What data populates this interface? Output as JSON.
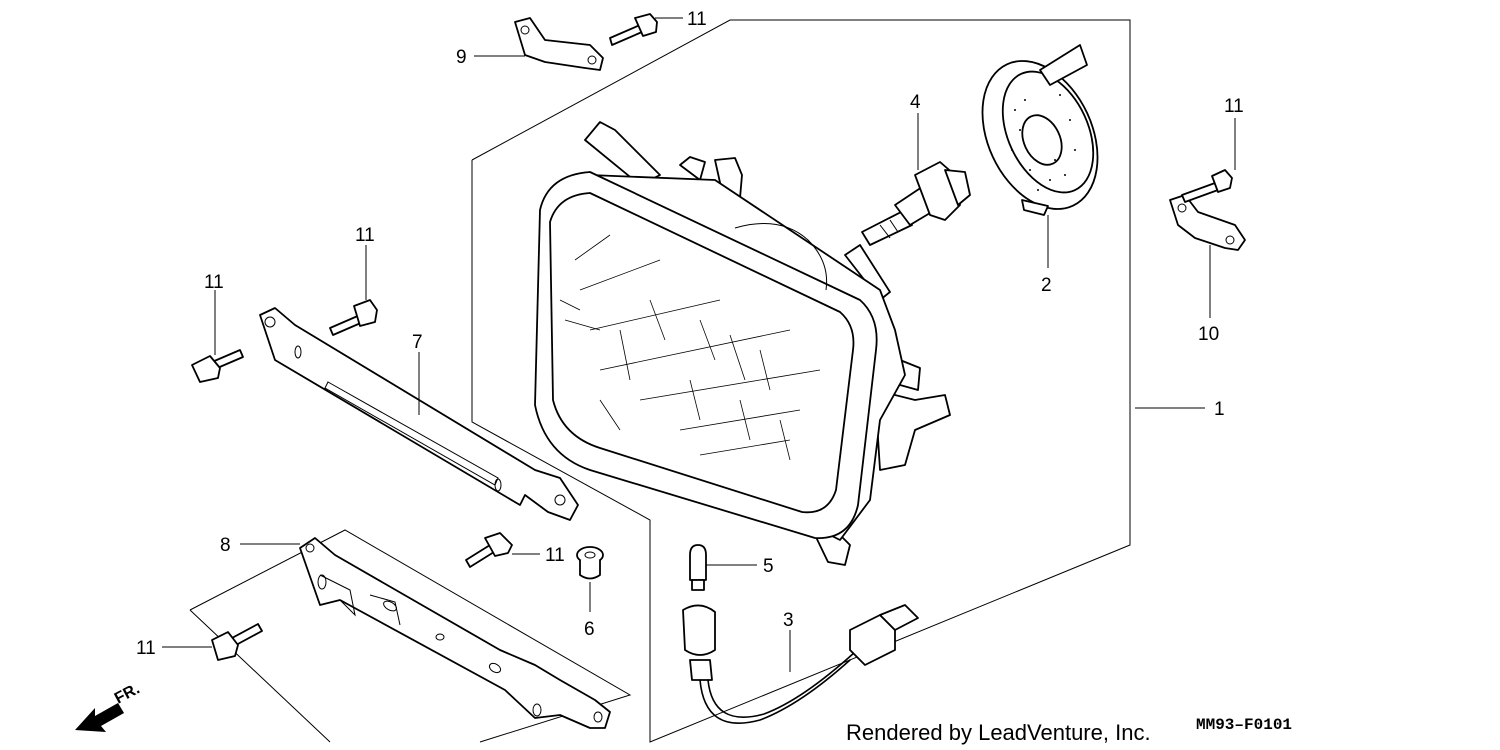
{
  "callouts": {
    "c1": "1",
    "c2": "2",
    "c3": "3",
    "c4": "4",
    "c5": "5",
    "c6": "6",
    "c7": "7",
    "c8": "8",
    "c9": "9",
    "c10": "10",
    "c11_top": "11",
    "c11_right": "11",
    "c11_mid": "11",
    "c11_left": "11",
    "c11_screw_a": "11",
    "c11_screw_b": "11"
  },
  "direction_label": "FR.",
  "credit": "Rendered by LeadVenture, Inc.",
  "diagram_code": "MM93–F0101"
}
